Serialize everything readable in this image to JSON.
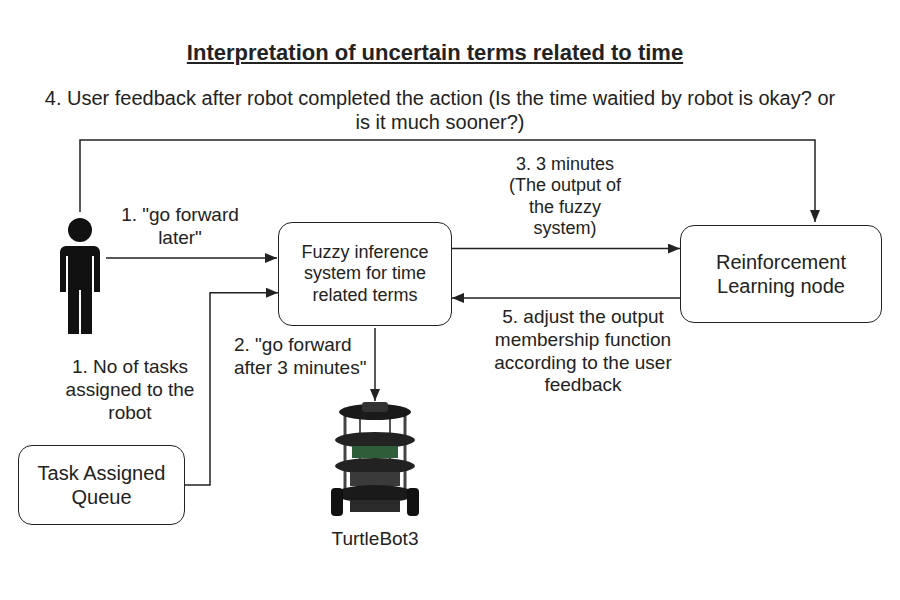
{
  "diagram": {
    "title": "Interpretation of uncertain terms related to time",
    "nodes": [
      {
        "text": [
          "Fuzzy inference system for time related terms"
        ]
      },
      {
        "text": [
          "Reinforcement Learning node"
        ]
      },
      {
        "text": [
          "Task Assigned Queue"
        ]
      }
    ],
    "edges": [
      {
        "from": 2,
        "to": 0,
        "label": "1. No of tasks assigned to the robot",
        "arrow": "to"
      },
      {
        "from": 0,
        "to": 1,
        "label": "3. 3 minutes (The output of the fuzzy system)",
        "arrow": "to"
      },
      {
        "from": 1,
        "to": 0,
        "label": "5. adjust the output membership function according to the user feedback",
        "arrow": "to"
      }
    ],
    "labels": [
      "4. User feedback after robot completed the action (Is the time waitied by robot is okay? or is it much sooner?)",
      "1. \"go forward later\"",
      "2. \"go forward after 3 minutes\"",
      "TurtleBot3"
    ]
  }
}
